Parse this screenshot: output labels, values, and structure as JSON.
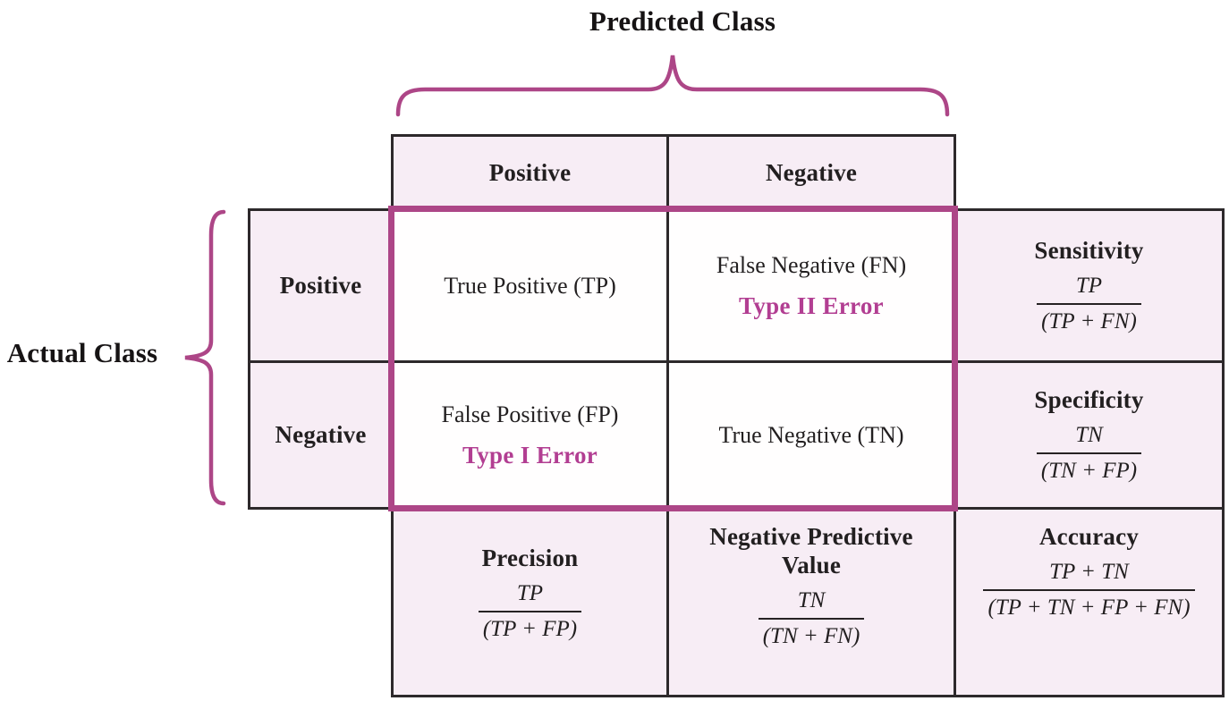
{
  "predicted_class_label": "Predicted Class",
  "actual_class_label": "Actual Class",
  "predicted_headers": {
    "positive": "Positive",
    "negative": "Negative"
  },
  "actual_headers": {
    "positive": "Positive",
    "negative": "Negative"
  },
  "cells": {
    "true_positive": {
      "label": "True Positive (TP)"
    },
    "false_negative": {
      "label": "False Negative (FN)",
      "error_tag": "Type II Error"
    },
    "false_positive": {
      "label": "False Positive (FP)",
      "error_tag": "Type I Error"
    },
    "true_negative": {
      "label": "True Negative (TN)"
    }
  },
  "metrics": {
    "sensitivity": {
      "name": "Sensitivity",
      "numerator": "TP",
      "denominator": "(TP + FN)"
    },
    "specificity": {
      "name": "Specificity",
      "numerator": "TN",
      "denominator": "(TN + FP)"
    },
    "precision": {
      "name": "Precision",
      "numerator": "TP",
      "denominator": "(TP + FP)"
    },
    "negative_predictive_value": {
      "name": "Negative Predictive Value",
      "numerator": "TN",
      "denominator": "(TN + FN)"
    },
    "accuracy": {
      "name": "Accuracy",
      "numerator": "TP + TN",
      "denominator": "(TP + TN + FP + FN)"
    }
  },
  "colors": {
    "accent_magenta": "#ad4687",
    "error_text": "#b23e92",
    "cell_pink": "#f7edf5",
    "cell_white": "#fffefe",
    "line_black": "#2d292b",
    "text_dark": "#221f20"
  }
}
